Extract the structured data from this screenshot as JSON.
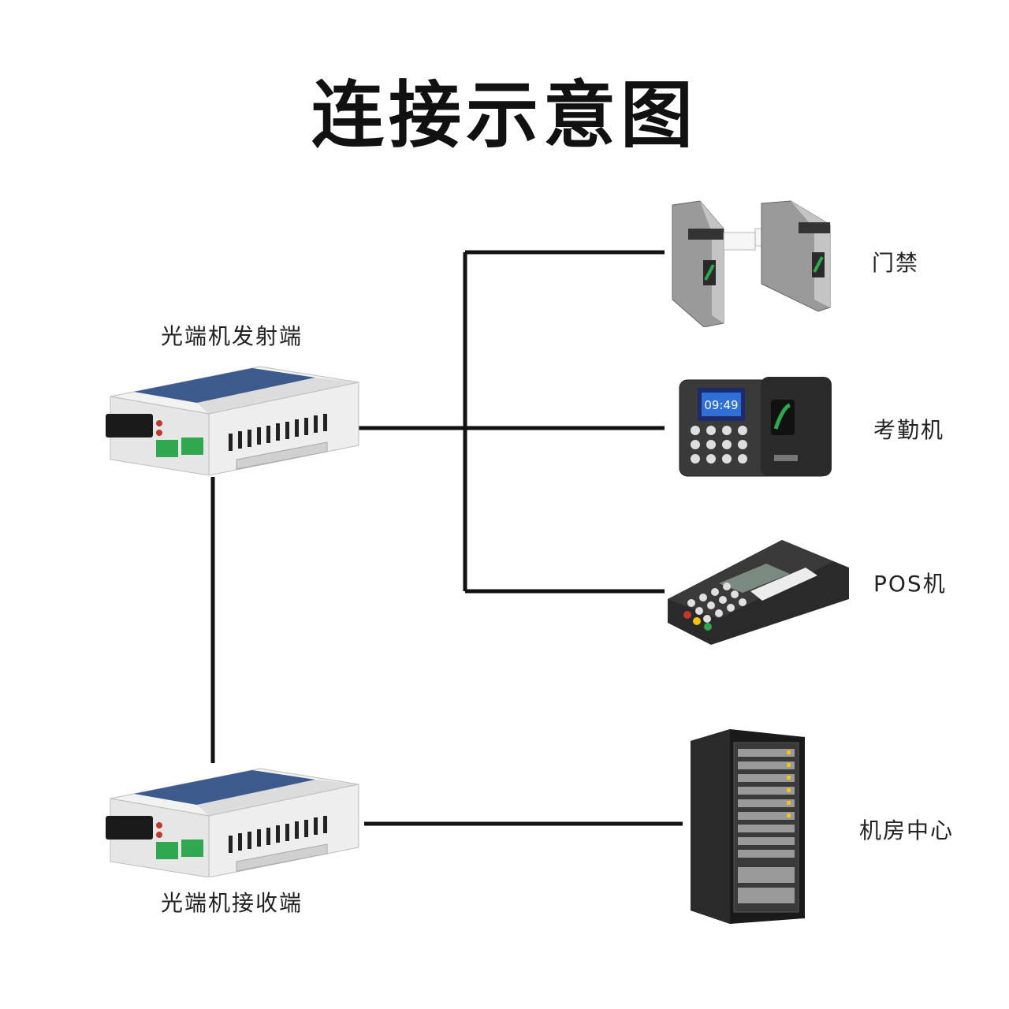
{
  "title": "连接示意图",
  "nodes": {
    "transmitter": {
      "label": "光端机发射端",
      "icon": "fiber-media-converter-icon"
    },
    "receiver": {
      "label": "光端机接收端",
      "icon": "fiber-media-converter-icon"
    },
    "access_gate": {
      "label": "门禁",
      "icon": "turnstile-gate-icon"
    },
    "time_clock": {
      "label": "考勤机",
      "icon": "fingerprint-time-clock-icon",
      "screen_time": "09:49"
    },
    "pos": {
      "label": "POS机",
      "icon": "pos-terminal-icon"
    },
    "server_room": {
      "label": "机房中心",
      "icon": "server-rack-icon"
    }
  },
  "connections": [
    {
      "from": "transmitter",
      "to": "access_gate"
    },
    {
      "from": "transmitter",
      "to": "time_clock"
    },
    {
      "from": "transmitter",
      "to": "pos"
    },
    {
      "from": "transmitter",
      "to": "receiver"
    },
    {
      "from": "receiver",
      "to": "server_room"
    }
  ],
  "colors": {
    "line": "#111111",
    "device_body": "#e8e8e8",
    "device_top": "#3d5a8c",
    "terminal": "#2fa84f"
  }
}
